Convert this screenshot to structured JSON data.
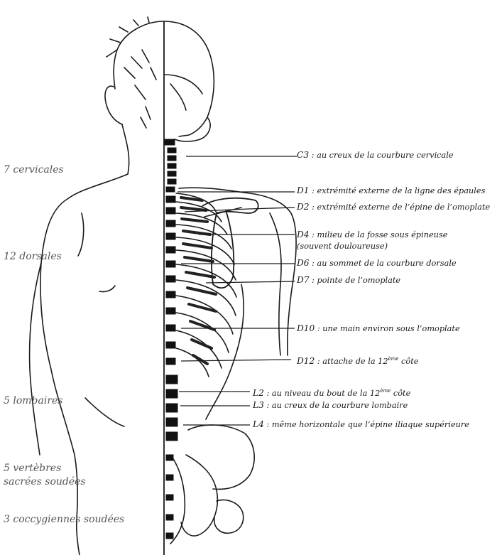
{
  "regions": {
    "cervical": "7 cervicales",
    "dorsal": "12 dorsales",
    "lumbar": "5 lombaires",
    "sacral_line1": "5 vertèbres",
    "sacral_line2": "sacrées soudées",
    "coccyx": "3 coccygiennes soudées"
  },
  "landmarks": [
    {
      "code": "C3",
      "text": " : au creux de la courbure cervicale"
    },
    {
      "code": "D1",
      "text": " : extrémité externe de la ligne des épaules"
    },
    {
      "code": "D2",
      "text": " : extrémité externe de l’épine de l’omoplate"
    },
    {
      "code": "D4",
      "text": " : milieu de la fosse sous épineuse",
      "text2": "(souvent douloureuse)"
    },
    {
      "code": "D6",
      "text": " : au sommet de la courbure dorsale"
    },
    {
      "code": "D7",
      "text": " : pointe de l’omoplate"
    },
    {
      "code": "D10",
      "text": " : une main environ sous l’omoplate"
    },
    {
      "code": "D12",
      "text": " : attache de la 12",
      "sup": "ème",
      "text_after": " côte"
    },
    {
      "code": "L2",
      "text": " : au niveau du bout de la 12",
      "sup": "ème",
      "text_after": " côte"
    },
    {
      "code": "L3",
      "text": " : au creux de la courbure lombaire"
    },
    {
      "code": "L4",
      "text": " : même horizontale que l’épine iliaque supérieure"
    }
  ],
  "colors": {
    "ink": "#1a1a1a",
    "label_grey": "#555555",
    "paper": "#ffffff"
  }
}
